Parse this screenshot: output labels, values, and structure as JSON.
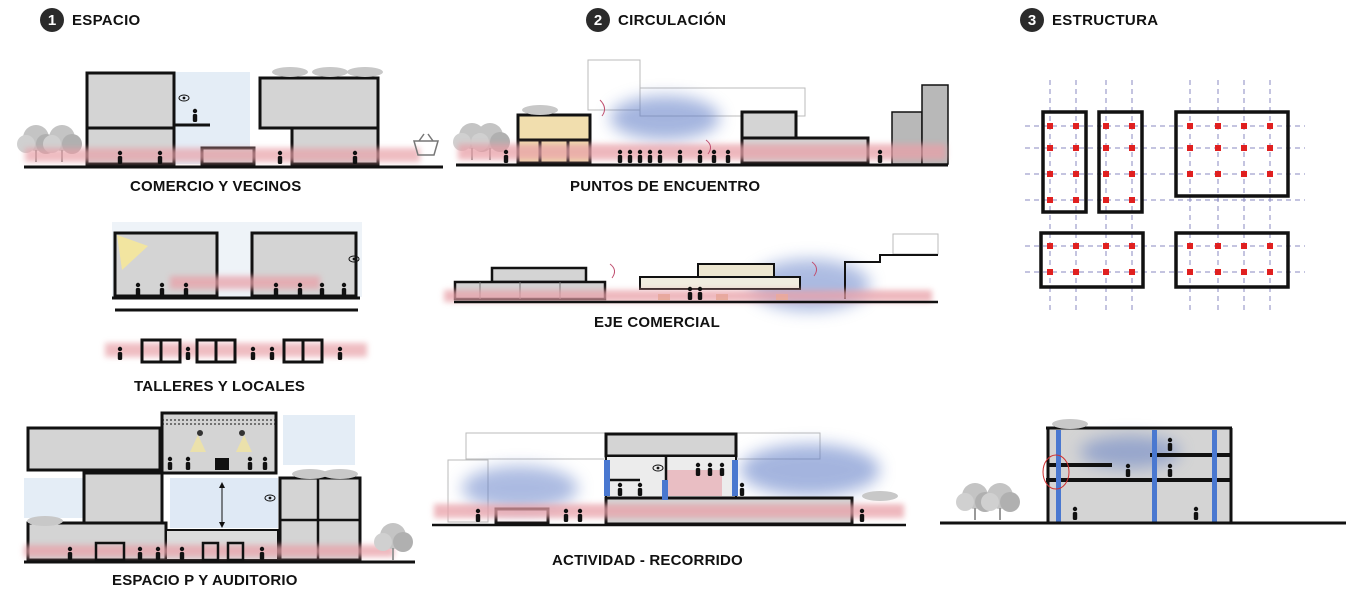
{
  "columns": [
    {
      "number": "1",
      "title": "ESPACIO"
    },
    {
      "number": "2",
      "title": "CIRCULACIÓN"
    },
    {
      "number": "3",
      "title": "ESTRUCTURA"
    }
  ],
  "espacio": {
    "section_1": "COMERCIO Y VECINOS",
    "section_2": "TALLERES Y LOCALES",
    "section_3": "ESPACIO P Y AUDITORIO"
  },
  "circulacion": {
    "section_1": "PUNTOS DE ENCUENTRO",
    "section_2": "EJE COMERCIAL",
    "section_3": "ACTIVIDAD - RECORRIDO"
  },
  "colors": {
    "wall": "#111111",
    "fill": "#d4d4d4",
    "circulation": "#e8a0a8",
    "encounter": "#5a78c4",
    "column": "#4a78d0",
    "grid_line": "#8a8ac0",
    "column_marker": "#e02020",
    "warm_volume": "#f1deae",
    "yellow_light": "#f5e79a"
  },
  "icons": [
    "number-badge-icon",
    "tree-icon",
    "person-icon",
    "eye-icon",
    "basket-icon",
    "lamp-icon",
    "arrow-icon"
  ]
}
